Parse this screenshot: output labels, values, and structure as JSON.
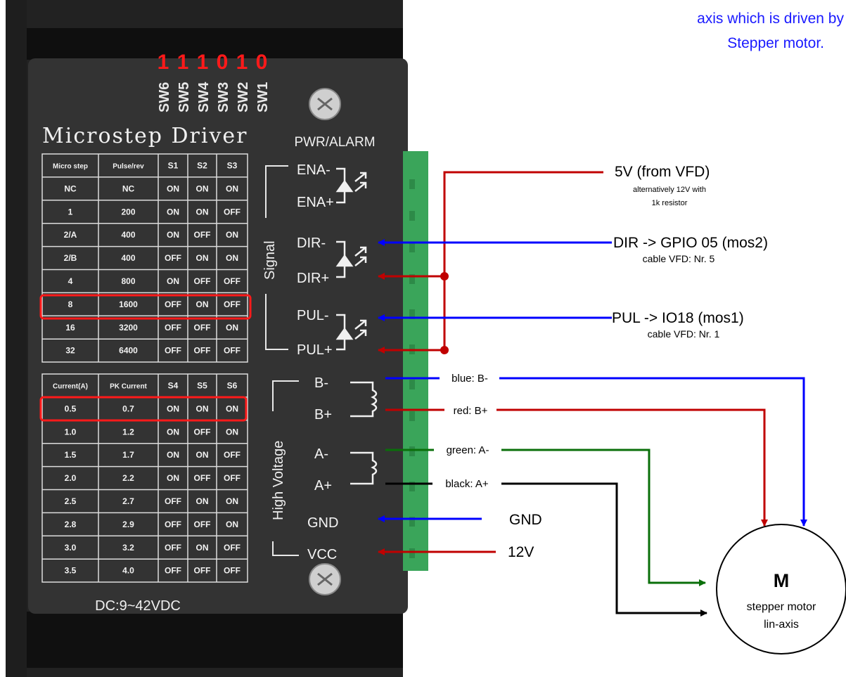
{
  "colors": {
    "wire_red": "#c00000",
    "wire_blue": "#0000ff",
    "wire_green": "#0a6f0a",
    "wire_black": "#000000",
    "caption_blue": "#1a1aff",
    "switch_red": "#ff1a1a",
    "device_body": "#333333",
    "terminal_green": "#3aa55a"
  },
  "corner_note": {
    "line1": "... axis which is driven by a",
    "line2": "axis which is driven by",
    "line3": "Stepper motor."
  },
  "switches": {
    "states": [
      "1",
      "1",
      "1",
      "0",
      "1",
      "0"
    ],
    "labels": [
      "SW6",
      "SW5",
      "SW4",
      "SW3",
      "SW2",
      "SW1"
    ]
  },
  "device": {
    "title": "Microstep Driver",
    "pwr_label": "PWR/ALARM",
    "dc_label": "DC:9~42VDC",
    "signal_label": "Signal",
    "hv_label": "High Voltage",
    "pins": [
      "ENA-",
      "ENA+",
      "DIR-",
      "DIR+",
      "PUL-",
      "PUL+",
      "B-",
      "B+",
      "A-",
      "A+",
      "GND",
      "VCC"
    ]
  },
  "microstep_table": {
    "headers": [
      "Micro step",
      "Pulse/rev",
      "S1",
      "S2",
      "S3"
    ],
    "rows": [
      [
        "NC",
        "NC",
        "ON",
        "ON",
        "ON"
      ],
      [
        "1",
        "200",
        "ON",
        "ON",
        "OFF"
      ],
      [
        "2/A",
        "400",
        "ON",
        "OFF",
        "ON"
      ],
      [
        "2/B",
        "400",
        "OFF",
        "ON",
        "ON"
      ],
      [
        "4",
        "800",
        "ON",
        "OFF",
        "OFF"
      ],
      [
        "8",
        "1600",
        "OFF",
        "ON",
        "OFF"
      ],
      [
        "16",
        "3200",
        "OFF",
        "OFF",
        "ON"
      ],
      [
        "32",
        "6400",
        "OFF",
        "OFF",
        "OFF"
      ]
    ]
  },
  "current_table": {
    "headers": [
      "Current(A)",
      "PK Current",
      "S4",
      "S5",
      "S6"
    ],
    "rows": [
      [
        "0.5",
        "0.7",
        "ON",
        "ON",
        "ON"
      ],
      [
        "1.0",
        "1.2",
        "ON",
        "OFF",
        "ON"
      ],
      [
        "1.5",
        "1.7",
        "ON",
        "ON",
        "OFF"
      ],
      [
        "2.0",
        "2.2",
        "ON",
        "OFF",
        "OFF"
      ],
      [
        "2.5",
        "2.7",
        "OFF",
        "ON",
        "ON"
      ],
      [
        "2.8",
        "2.9",
        "OFF",
        "OFF",
        "ON"
      ],
      [
        "3.0",
        "3.2",
        "OFF",
        "ON",
        "OFF"
      ],
      [
        "3.5",
        "4.0",
        "OFF",
        "OFF",
        "OFF"
      ]
    ]
  },
  "labels": {
    "ena_main": "5V (from VFD)",
    "ena_sub1": "alternatively 12V with",
    "ena_sub2": "1k resistor",
    "dir_main": "DIR -> GPIO 05 (mos2)",
    "dir_sub": "cable VFD: Nr. 5",
    "pul_main": "PUL -> IO18 (mos1)",
    "pul_sub": "cable VFD: Nr. 1",
    "blue_wire": "blue: B-",
    "red_wire": "red: B+",
    "green_wire": "green: A-",
    "black_wire": "black: A+",
    "gnd": "GND",
    "v12": "12V"
  },
  "motor": {
    "symbol": "M",
    "line1": "stepper motor",
    "line2": "lin-axis"
  }
}
